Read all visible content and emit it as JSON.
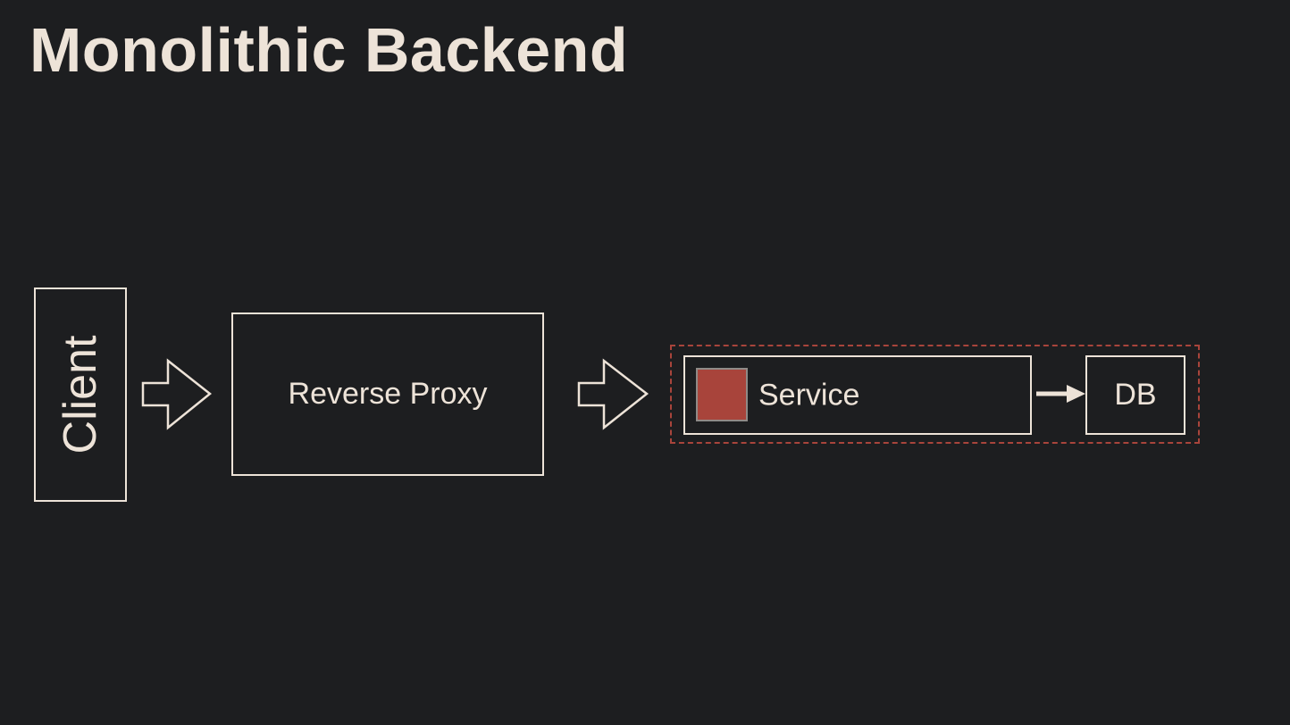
{
  "slide": {
    "title": "Monolithic Backend"
  },
  "nodes": {
    "client": "Client",
    "reverse_proxy": "Reverse Proxy",
    "service": "Service",
    "db": "DB"
  },
  "colors": {
    "background": "#1d1e20",
    "foreground": "#ede3d8",
    "accent": "#a8443b"
  }
}
